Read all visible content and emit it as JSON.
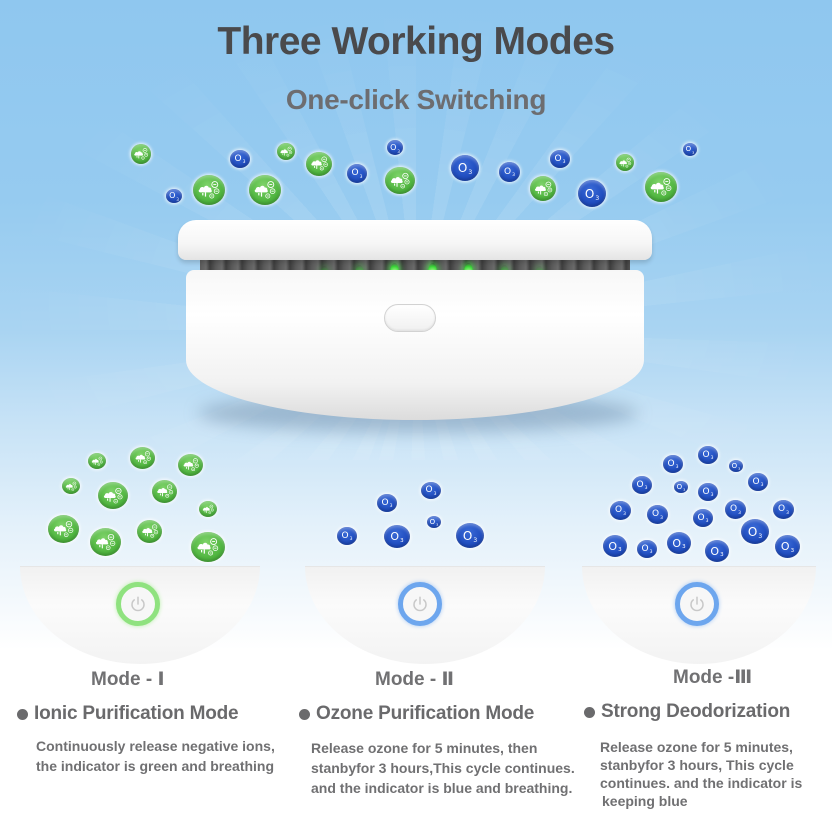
{
  "header": {
    "title": "Three Working Modes",
    "subtitle": "One-click Switching"
  },
  "colors": {
    "background_sky": "#8fc7ef",
    "title_text": "#4a4a4c",
    "body_text": "#6a6a6c",
    "ion_bubble": "#4fb53f",
    "ozone_bubble": "#1f4cbf",
    "led_green": "#38d636",
    "ring_green": "#8fe27f",
    "ring_blue": "#6da6ee"
  },
  "icons": {
    "ozone_symbol": "O",
    "ozone_sub": "3",
    "ion_icon": "tree-cloud-negative-ion-icon",
    "power_icon": "power-icon"
  },
  "modes": [
    {
      "label": "Mode - Ⅰ",
      "name": "Ionic Purification Mode",
      "indicator": "green",
      "description": [
        "Continuously release negative ions,",
        "the indicator is green and breathing"
      ]
    },
    {
      "label": "Mode - Ⅱ",
      "name": "Ozone Purification Mode",
      "indicator": "blue",
      "description": [
        "Release ozone  for 5 minutes, then",
        "stanbyfor 3 hours,This cycle continues.",
        "and the indicator is blue and breathing."
      ]
    },
    {
      "label": "Mode -Ⅲ",
      "name": "Strong Deodorization",
      "indicator": "blue",
      "description": [
        "Release ozone  for 5 minutes,",
        "stanbyfor 3 hours, This cycle",
        "continues. and the indicator is",
        "keeping blue"
      ]
    }
  ]
}
